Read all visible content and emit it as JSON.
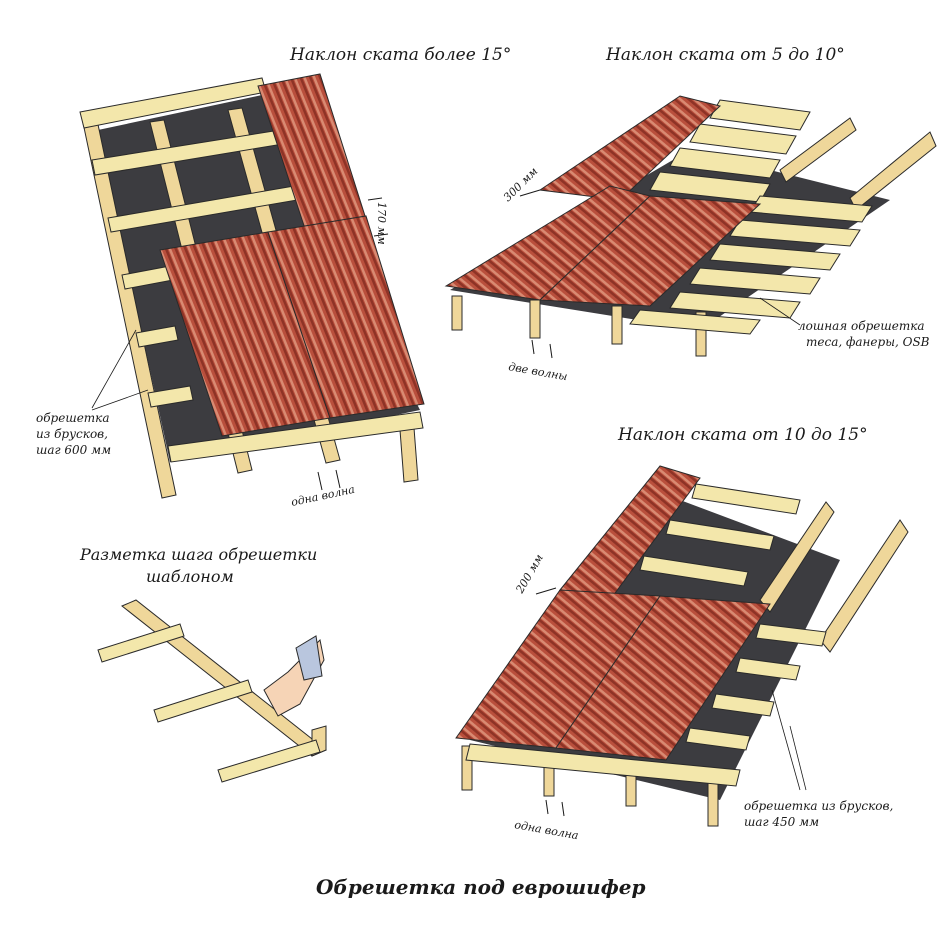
{
  "titles": {
    "p1": "Наклон ската более 15°",
    "p2": "Наклон ската от 5 до 10°",
    "p3": "Наклон ската от 10 до 15°",
    "p4_line1": "Разметка шага обрешетки",
    "p4_line2": "шаблоном",
    "caption": "Обрешетка под еврошифер"
  },
  "labels": {
    "p1_overlap": "170 мм",
    "p1_wave": "одна волна",
    "p1_batten_1": "обрешетка",
    "p1_batten_2": "из брусков,",
    "p1_batten_3": "шаг 600 мм",
    "p2_overlap": "300 мм",
    "p2_wave": "две волны",
    "p2_solid_1": "лошная обрешетка",
    "p2_solid_2": "теса, фанеры, OSB",
    "p3_overlap": "200 мм",
    "p3_wave": "одна волна",
    "p3_batten_1": "обрешетка из брусков,",
    "p3_batten_2": "шаг 450 мм"
  },
  "colors": {
    "wood": "#f3e7ab",
    "wood_edge": "#c8b06a",
    "rafter": "#efd79a",
    "underlay": "#3c3c40",
    "sheet": "#b94f3c",
    "sheet_dark": "#8e3326",
    "sheet_light": "#d98a72",
    "outline": "#2a2a2a"
  }
}
